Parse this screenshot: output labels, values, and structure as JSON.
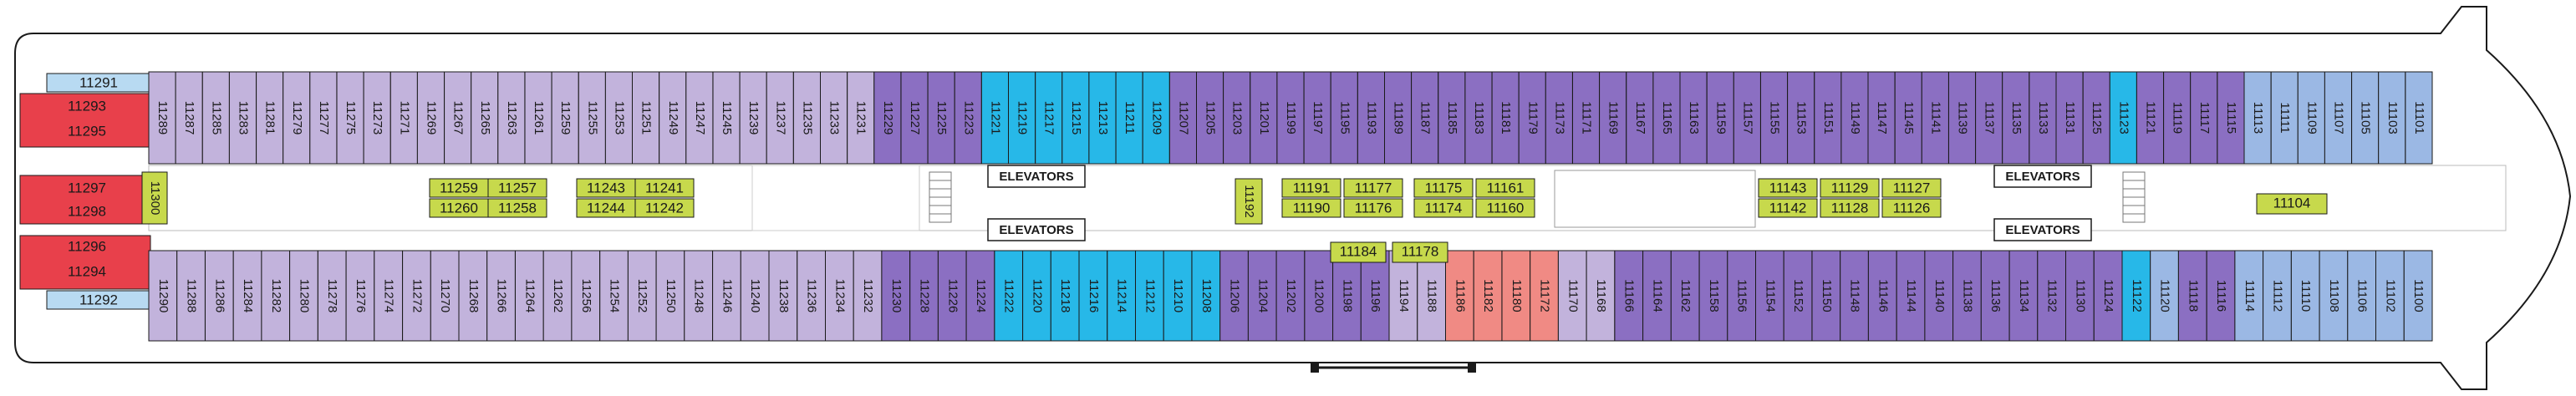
{
  "deck": {
    "elevators_label": "ELEVATORS",
    "colors": {
      "hull": "#ffffff",
      "outline": "#1a1a1a",
      "lavender": "#c2b3dc",
      "purple": "#8b6fc2",
      "cyan": "#27b8e8",
      "blue": "#9bb8e4",
      "light_blue": "#b8daf2",
      "red": "#e8404b",
      "salmon": "#f08a84",
      "yellow_green": "#c7d94c",
      "corridor": "#ffffff",
      "spa": "#bfe6f7"
    },
    "forward_blocks": [
      {
        "id": "light_blue_top",
        "labels": [
          "11291"
        ]
      },
      {
        "id": "red_top",
        "labels": [
          "11293",
          "11295"
        ]
      },
      {
        "id": "red_mid",
        "labels": [
          "11297",
          "11298"
        ]
      },
      {
        "id": "red_bottom",
        "labels": [
          "11296",
          "11294"
        ]
      },
      {
        "id": "light_blue_bottom",
        "labels": [
          "11292"
        ]
      }
    ],
    "side_cabins": [
      {
        "label": "11300",
        "color": "yellow_green"
      }
    ],
    "top_row": [
      {
        "label": "11289",
        "color": "lavender"
      },
      {
        "label": "11287",
        "color": "lavender"
      },
      {
        "label": "11285",
        "color": "lavender"
      },
      {
        "label": "11283",
        "color": "lavender"
      },
      {
        "label": "11281",
        "color": "lavender"
      },
      {
        "label": "11279",
        "color": "lavender"
      },
      {
        "label": "11277",
        "color": "lavender"
      },
      {
        "label": "11275",
        "color": "lavender"
      },
      {
        "label": "11273",
        "color": "lavender"
      },
      {
        "label": "11271",
        "color": "lavender"
      },
      {
        "label": "11269",
        "color": "lavender"
      },
      {
        "label": "11267",
        "color": "lavender"
      },
      {
        "label": "11265",
        "color": "lavender"
      },
      {
        "label": "11263",
        "color": "lavender"
      },
      {
        "label": "11261",
        "color": "lavender"
      },
      {
        "label": "11259",
        "color": "lavender"
      },
      {
        "label": "11255",
        "color": "lavender"
      },
      {
        "label": "11253",
        "color": "lavender"
      },
      {
        "label": "11251",
        "color": "lavender"
      },
      {
        "label": "11249",
        "color": "lavender"
      },
      {
        "label": "11247",
        "color": "lavender"
      },
      {
        "label": "11245",
        "color": "lavender"
      },
      {
        "label": "11239",
        "color": "lavender"
      },
      {
        "label": "11237",
        "color": "lavender"
      },
      {
        "label": "11235",
        "color": "lavender"
      },
      {
        "label": "11233",
        "color": "lavender"
      },
      {
        "label": "11231",
        "color": "lavender"
      },
      {
        "label": "11229",
        "color": "purple"
      },
      {
        "label": "11227",
        "color": "purple"
      },
      {
        "label": "11225",
        "color": "purple"
      },
      {
        "label": "11223",
        "color": "purple"
      },
      {
        "label": "11221",
        "color": "cyan"
      },
      {
        "label": "11219",
        "color": "cyan"
      },
      {
        "label": "11217",
        "color": "cyan"
      },
      {
        "label": "11215",
        "color": "cyan"
      },
      {
        "label": "11213",
        "color": "cyan"
      },
      {
        "label": "11211",
        "color": "cyan"
      },
      {
        "label": "11209",
        "color": "cyan"
      },
      {
        "label": "11207",
        "color": "purple"
      },
      {
        "label": "11205",
        "color": "purple"
      },
      {
        "label": "11203",
        "color": "purple"
      },
      {
        "label": "11201",
        "color": "purple"
      },
      {
        "label": "11199",
        "color": "purple"
      },
      {
        "label": "11197",
        "color": "purple"
      },
      {
        "label": "11195",
        "color": "purple"
      },
      {
        "label": "11193",
        "color": "purple"
      },
      {
        "label": "11189",
        "color": "purple"
      },
      {
        "label": "11187",
        "color": "purple"
      },
      {
        "label": "11185",
        "color": "purple"
      },
      {
        "label": "11183",
        "color": "purple"
      },
      {
        "label": "11181",
        "color": "purple"
      },
      {
        "label": "11179",
        "color": "purple"
      },
      {
        "label": "11173",
        "color": "purple"
      },
      {
        "label": "11171",
        "color": "purple"
      },
      {
        "label": "11169",
        "color": "purple"
      },
      {
        "label": "11167",
        "color": "purple"
      },
      {
        "label": "11165",
        "color": "purple"
      },
      {
        "label": "11163",
        "color": "purple"
      },
      {
        "label": "11159",
        "color": "purple"
      },
      {
        "label": "11157",
        "color": "purple"
      },
      {
        "label": "11155",
        "color": "purple"
      },
      {
        "label": "11153",
        "color": "purple"
      },
      {
        "label": "11151",
        "color": "purple"
      },
      {
        "label": "11149",
        "color": "purple"
      },
      {
        "label": "11147",
        "color": "purple"
      },
      {
        "label": "11145",
        "color": "purple"
      },
      {
        "label": "11141",
        "color": "purple"
      },
      {
        "label": "11139",
        "color": "purple"
      },
      {
        "label": "11137",
        "color": "purple"
      },
      {
        "label": "11135",
        "color": "purple"
      },
      {
        "label": "11133",
        "color": "purple"
      },
      {
        "label": "11131",
        "color": "purple"
      },
      {
        "label": "11125",
        "color": "purple"
      },
      {
        "label": "11123",
        "color": "cyan"
      },
      {
        "label": "11121",
        "color": "purple"
      },
      {
        "label": "11119",
        "color": "purple"
      },
      {
        "label": "11117",
        "color": "purple"
      },
      {
        "label": "11115",
        "color": "purple"
      },
      {
        "label": "11113",
        "color": "blue"
      },
      {
        "label": "11111",
        "color": "blue"
      },
      {
        "label": "11109",
        "color": "blue"
      },
      {
        "label": "11107",
        "color": "blue"
      },
      {
        "label": "11105",
        "color": "blue"
      },
      {
        "label": "11103",
        "color": "blue"
      },
      {
        "label": "11101",
        "color": "blue"
      }
    ],
    "bottom_row": [
      {
        "label": "11290",
        "color": "lavender"
      },
      {
        "label": "11288",
        "color": "lavender"
      },
      {
        "label": "11286",
        "color": "lavender"
      },
      {
        "label": "11284",
        "color": "lavender"
      },
      {
        "label": "11282",
        "color": "lavender"
      },
      {
        "label": "11280",
        "color": "lavender"
      },
      {
        "label": "11278",
        "color": "lavender"
      },
      {
        "label": "11276",
        "color": "lavender"
      },
      {
        "label": "11274",
        "color": "lavender"
      },
      {
        "label": "11272",
        "color": "lavender"
      },
      {
        "label": "11270",
        "color": "lavender"
      },
      {
        "label": "11268",
        "color": "lavender"
      },
      {
        "label": "11266",
        "color": "lavender"
      },
      {
        "label": "11264",
        "color": "lavender"
      },
      {
        "label": "11262",
        "color": "lavender"
      },
      {
        "label": "11256",
        "color": "lavender"
      },
      {
        "label": "11254",
        "color": "lavender"
      },
      {
        "label": "11252",
        "color": "lavender"
      },
      {
        "label": "11250",
        "color": "lavender"
      },
      {
        "label": "11248",
        "color": "lavender"
      },
      {
        "label": "11246",
        "color": "lavender"
      },
      {
        "label": "11240",
        "color": "lavender"
      },
      {
        "label": "11238",
        "color": "lavender"
      },
      {
        "label": "11236",
        "color": "lavender"
      },
      {
        "label": "11234",
        "color": "lavender"
      },
      {
        "label": "11232",
        "color": "lavender"
      },
      {
        "label": "11230",
        "color": "purple"
      },
      {
        "label": "11228",
        "color": "purple"
      },
      {
        "label": "11226",
        "color": "purple"
      },
      {
        "label": "11224",
        "color": "purple"
      },
      {
        "label": "11222",
        "color": "cyan"
      },
      {
        "label": "11220",
        "color": "cyan"
      },
      {
        "label": "11218",
        "color": "cyan"
      },
      {
        "label": "11216",
        "color": "cyan"
      },
      {
        "label": "11214",
        "color": "cyan"
      },
      {
        "label": "11212",
        "color": "cyan"
      },
      {
        "label": "11210",
        "color": "cyan"
      },
      {
        "label": "11208",
        "color": "cyan"
      },
      {
        "label": "11206",
        "color": "purple"
      },
      {
        "label": "11204",
        "color": "purple"
      },
      {
        "label": "11202",
        "color": "purple"
      },
      {
        "label": "11200",
        "color": "purple"
      },
      {
        "label": "11198",
        "color": "purple"
      },
      {
        "label": "11196",
        "color": "purple"
      },
      {
        "label": "11194",
        "color": "lavender"
      },
      {
        "label": "11188",
        "color": "lavender"
      },
      {
        "label": "11186",
        "color": "salmon"
      },
      {
        "label": "11182",
        "color": "salmon"
      },
      {
        "label": "11180",
        "color": "salmon"
      },
      {
        "label": "11172",
        "color": "salmon"
      },
      {
        "label": "11170",
        "color": "lavender"
      },
      {
        "label": "11168",
        "color": "lavender"
      },
      {
        "label": "11166",
        "color": "purple"
      },
      {
        "label": "11164",
        "color": "purple"
      },
      {
        "label": "11162",
        "color": "purple"
      },
      {
        "label": "11158",
        "color": "purple"
      },
      {
        "label": "11156",
        "color": "purple"
      },
      {
        "label": "11154",
        "color": "purple"
      },
      {
        "label": "11152",
        "color": "purple"
      },
      {
        "label": "11150",
        "color": "purple"
      },
      {
        "label": "11148",
        "color": "purple"
      },
      {
        "label": "11146",
        "color": "purple"
      },
      {
        "label": "11144",
        "color": "purple"
      },
      {
        "label": "11140",
        "color": "purple"
      },
      {
        "label": "11138",
        "color": "purple"
      },
      {
        "label": "11136",
        "color": "purple"
      },
      {
        "label": "11134",
        "color": "purple"
      },
      {
        "label": "11132",
        "color": "purple"
      },
      {
        "label": "11130",
        "color": "purple"
      },
      {
        "label": "11124",
        "color": "purple"
      },
      {
        "label": "11122",
        "color": "cyan"
      },
      {
        "label": "11120",
        "color": "blue"
      },
      {
        "label": "11118",
        "color": "purple"
      },
      {
        "label": "11116",
        "color": "purple"
      },
      {
        "label": "11114",
        "color": "blue"
      },
      {
        "label": "11112",
        "color": "blue"
      },
      {
        "label": "11110",
        "color": "blue"
      },
      {
        "label": "11108",
        "color": "blue"
      },
      {
        "label": "11106",
        "color": "blue"
      },
      {
        "label": "11102",
        "color": "blue"
      },
      {
        "label": "11100",
        "color": "blue"
      }
    ],
    "midship_pairs": [
      [
        "11259",
        "11260"
      ],
      [
        "11257",
        "11258"
      ],
      [
        "11243",
        "11244"
      ],
      [
        "11241",
        "11242"
      ],
      [
        "11191",
        "11190"
      ],
      [
        "11177",
        "11176"
      ],
      [
        "11175",
        "11174"
      ],
      [
        "11161",
        "11160"
      ],
      [
        "11143",
        "11142"
      ],
      [
        "11129",
        "11128"
      ],
      [
        "11127",
        "11126"
      ]
    ],
    "upper_bump_cabins": [
      "11184",
      "11178"
    ],
    "single_midship": [
      "11192",
      "11104"
    ]
  }
}
